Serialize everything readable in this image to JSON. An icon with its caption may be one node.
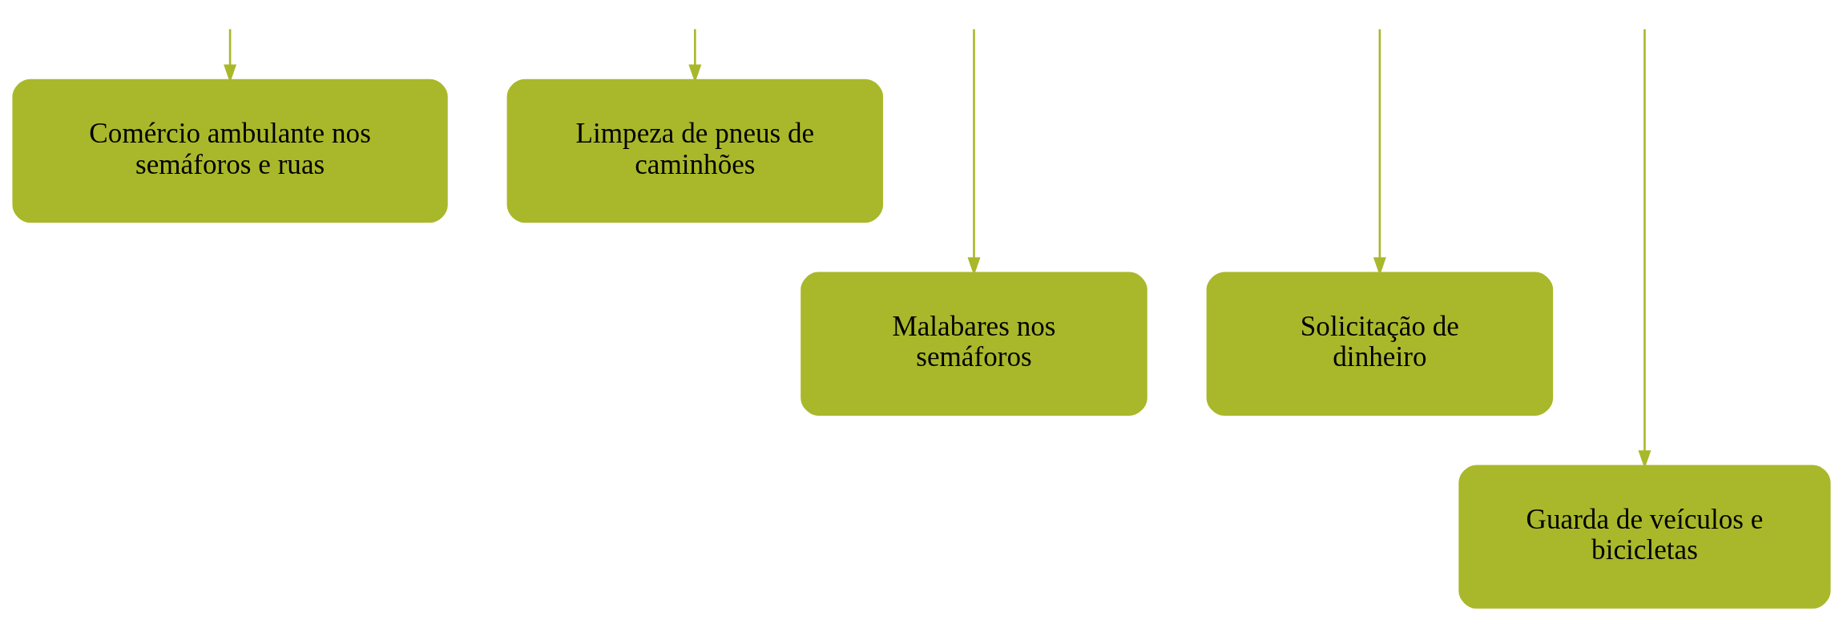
{
  "diagram": {
    "nodes": [
      {
        "text": [
          "Comércio ambulante nos semáforos e ruas"
        ]
      },
      {
        "text": [
          "Limpeza de pneus de caminhões"
        ]
      },
      {
        "text": [
          "Malabares nos semáforos"
        ]
      },
      {
        "text": [
          "Solicitação de dinheiro"
        ]
      },
      {
        "text": [
          "Guarda de veículos e bicicletas"
        ]
      }
    ],
    "edges": [
      {
        "from": null,
        "to": 0,
        "arrow": "to"
      },
      {
        "from": null,
        "to": 2,
        "arrow": "to"
      },
      {
        "from": null,
        "to": 4,
        "arrow": "to"
      },
      {
        "from": null,
        "to": 3,
        "arrow": "to"
      },
      {
        "from": null,
        "to": 1,
        "arrow": "to"
      }
    ]
  }
}
